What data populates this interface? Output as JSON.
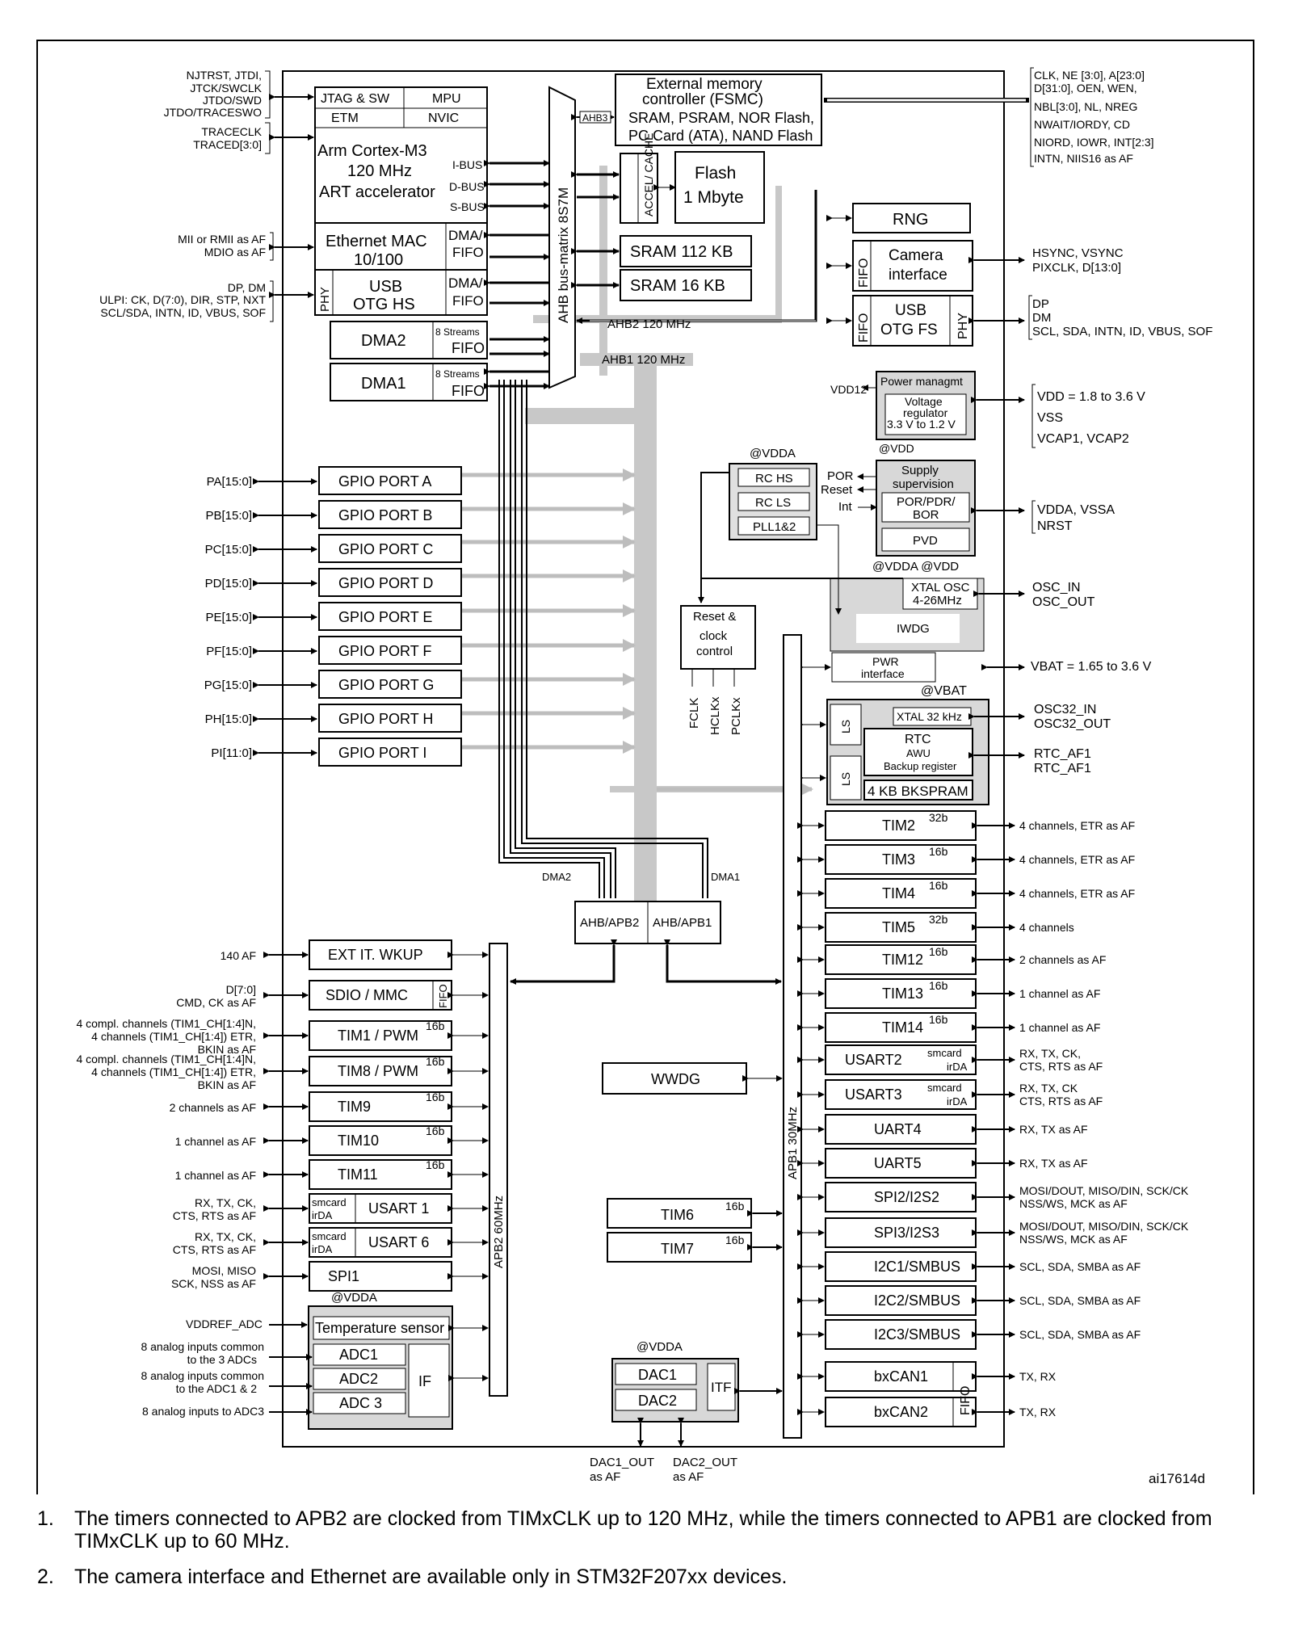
{
  "figure_id": "ai17614d",
  "core": {
    "jtag": "JTAG & SW",
    "mpu": "MPU",
    "etm": "ETM",
    "nvic": "NVIC",
    "cpu_lines": [
      "Arm Cortex-M3",
      "120 MHz",
      "ART accelerator"
    ],
    "buses": [
      "I-BUS",
      "D-BUS",
      "S-BUS"
    ]
  },
  "left_core_signals": {
    "debug": [
      "NJTRST, JTDI,",
      "JTCK/SWCLK",
      "JTDO/SWD",
      "JTDO/TRACESWO"
    ],
    "trace": [
      "TRACECLK",
      "TRACED[3:0]"
    ],
    "mii": [
      "MII or RMII as AF",
      "MDIO as AF"
    ],
    "ulpi": [
      "DP, DM",
      "ULPI: CK, D(7:0), DIR, STP, NXT",
      "SCL/SDA, INTN, ID, VBUS, SOF"
    ]
  },
  "masters": {
    "eth_mac": [
      "Ethernet MAC",
      "10/100"
    ],
    "dma_fifo": [
      "DMA/",
      "FIFO"
    ],
    "phy": "PHY",
    "usb_hs": [
      "USB",
      "OTG HS"
    ],
    "dma2": "DMA2",
    "dma1": "DMA1",
    "streams": "8 Streams",
    "fifo": "FIFO"
  },
  "bus_matrix": "AHB bus-matrix 8S7M",
  "ahb3": "AHB3",
  "fsmc": [
    "External memory",
    "controller (FSMC)",
    "SRAM, PSRAM, NOR Flash,",
    "PC Card (ATA), NAND Flash"
  ],
  "fsmc_signals": [
    "CLK, NE [3:0], A[23:0]",
    "D[31:0], OEN, WEN,",
    "NBL[3:0], NL, NREG",
    "NWAIT/IORDY, CD",
    "NIORD, IOWR, INT[2:3]",
    "INTN, NIIS16 as AF"
  ],
  "accel": "ACCEL/ CACHE",
  "flash": [
    "Flash",
    "1 Mbyte"
  ],
  "sram112": "SRAM 112 KB",
  "sram16": "SRAM 16 KB",
  "ahb2_label": "AHB2 120 MHz",
  "ahb1_label": "AHB1 120 MHz",
  "rng": "RNG",
  "camera": [
    "Camera",
    "interface"
  ],
  "camera_signals": [
    "HSYNC, VSYNC",
    "PIXCLK, D[13:0]"
  ],
  "usb_fs": [
    "USB",
    "OTG FS"
  ],
  "usb_fs_signals": [
    "DP",
    "DM",
    "SCL, SDA, INTN, ID, VBUS, SOF"
  ],
  "power": {
    "vdd12": "VDD12",
    "managmt": "Power managmt",
    "regulator": [
      "Voltage",
      "regulator",
      "3.3 V to 1.2 V"
    ],
    "vdd_at": "@VDD",
    "signals": [
      "VDD = 1.8 to 3.6 V",
      "VSS",
      "VCAP1, VCAP2"
    ]
  },
  "clocks": {
    "vdda_at": "@VDDA",
    "rc_hs": "RC HS",
    "rc_ls": "RC LS",
    "pll": "PLL1&2",
    "por": "POR",
    "reset": "Reset",
    "int": "Int",
    "supply": [
      "Supply",
      "supervision"
    ],
    "por_pdr": [
      "POR/PDR/",
      "BOR"
    ],
    "pvd": "PVD",
    "supply_signals": [
      "VDDA, VSSA",
      "NRST"
    ],
    "vdda_vdd": "@VDDA @VDD",
    "xtal_osc": [
      "XTAL OSC",
      "4-26MHz"
    ],
    "osc_signals": [
      "OSC_IN",
      "OSC_OUT"
    ],
    "iwdg": "IWDG",
    "reset_clock": [
      "Reset &",
      "clock",
      "control"
    ],
    "clk_outs": [
      "FCLK",
      "HCLKx",
      "PCLKx"
    ],
    "pwr": [
      "PWR",
      "interface"
    ],
    "vbat_signal": "VBAT = 1.65 to 3.6 V",
    "vbat_at": "@VBAT"
  },
  "rtc": {
    "ls": "LS",
    "xtal32": "XTAL 32 kHz",
    "rtc": "RTC",
    "awu": "AWU",
    "backup": "Backup register",
    "bkspram": "4 KB BKSPRAM",
    "osc32": [
      "OSC32_IN",
      "OSC32_OUT"
    ],
    "af": [
      "RTC_AF1",
      "RTC_AF1"
    ]
  },
  "gpio": {
    "ports": [
      "GPIO PORT A",
      "GPIO PORT B",
      "GPIO PORT C",
      "GPIO PORT D",
      "GPIO PORT E",
      "GPIO PORT F",
      "GPIO PORT G",
      "GPIO PORT H",
      "GPIO PORT I"
    ],
    "pins": [
      "PA[15:0]",
      "PB[15:0]",
      "PC[15:0]",
      "PD[15:0]",
      "PE[15:0]",
      "PF[15:0]",
      "PG[15:0]",
      "PH[15:0]",
      "PI[11:0]"
    ]
  },
  "bridges": {
    "apb2": "AHB/APB2",
    "apb1": "AHB/APB1",
    "dma2": "DMA2",
    "dma1": "DMA1"
  },
  "apb2_bus": "APB2 60MHz",
  "apb1_bus": "APB1 30MHz",
  "apb2_periph": [
    {
      "name": "EXT IT. WKUP",
      "signal": [
        "140 AF"
      ]
    },
    {
      "name": "SDIO / MMC",
      "signal": [
        "D[7:0]",
        "CMD, CK as AF"
      ]
    },
    {
      "name": "TIM1 / PWM",
      "bits": "16b",
      "signal": [
        "4 compl. channels (TIM1_CH[1:4]N,",
        "4 channels (TIM1_CH[1:4]) ETR,",
        "BKIN as AF"
      ]
    },
    {
      "name": "TIM8 / PWM",
      "bits": "16b",
      "signal": [
        "4 compl. channels (TIM1_CH[1:4]N,",
        "4 channels (TIM1_CH[1:4]) ETR,",
        "BKIN as AF"
      ]
    },
    {
      "name": "TIM9",
      "bits": "16b",
      "signal": [
        "2 channels as AF"
      ]
    },
    {
      "name": "TIM10",
      "bits": "16b",
      "signal": [
        "1 channel as AF"
      ]
    },
    {
      "name": "TIM11",
      "bits": "16b",
      "signal": [
        "1 channel as AF"
      ]
    },
    {
      "name": "USART 1",
      "signal": [
        "RX, TX, CK,",
        "CTS, RTS as AF"
      ]
    },
    {
      "name": "USART 6",
      "signal": [
        "RX, TX, CK,",
        "CTS, RTS as AF"
      ]
    },
    {
      "name": "SPI1",
      "signal": [
        "MOSI, MISO",
        "SCK, NSS as AF"
      ]
    }
  ],
  "smcard": "smcard",
  "irda": "irDA",
  "adc": {
    "vdda_at": "@VDDA",
    "temp": "Temperature sensor",
    "adcs": [
      "ADC1",
      "ADC2",
      "ADC 3"
    ],
    "if": "IF",
    "vref": "VDDREF_ADC",
    "inputs": [
      [
        "8 analog inputs common",
        "to the 3 ADCs"
      ],
      [
        "8 analog inputs common",
        "to the ADC1 & 2"
      ],
      [
        "8 analog inputs to ADC3"
      ]
    ]
  },
  "wwdg": "WWDG",
  "tim6": "TIM6",
  "tim7": "TIM7",
  "bits16": "16b",
  "dac": {
    "vdda_at": "@VDDA",
    "dac1": "DAC1",
    "dac2": "DAC2",
    "itf": "ITF",
    "out1": [
      "DAC1_OUT",
      "as AF"
    ],
    "out2": [
      "DAC2_OUT",
      "as AF"
    ]
  },
  "apb1_periph": [
    {
      "name": "TIM2",
      "bits": "32b",
      "signal": [
        "4 channels, ETR as AF"
      ]
    },
    {
      "name": "TIM3",
      "bits": "16b",
      "signal": [
        "4 channels, ETR as AF"
      ]
    },
    {
      "name": "TIM4",
      "bits": "16b",
      "signal": [
        "4 channels, ETR as AF"
      ]
    },
    {
      "name": "TIM5",
      "bits": "32b",
      "signal": [
        "4 channels"
      ]
    },
    {
      "name": "TIM12",
      "bits": "16b",
      "signal": [
        "2 channels as AF"
      ]
    },
    {
      "name": "TIM13",
      "bits": "16b",
      "signal": [
        "1 channel as AF"
      ]
    },
    {
      "name": "TIM14",
      "bits": "16b",
      "signal": [
        "1 channel as AF"
      ]
    },
    {
      "name": "USART2",
      "smcard": true,
      "signal": [
        "RX, TX, CK,",
        "CTS, RTS as AF"
      ]
    },
    {
      "name": "USART3",
      "smcard": true,
      "signal": [
        "RX, TX, CK",
        "CTS, RTS as AF"
      ]
    },
    {
      "name": "UART4",
      "signal": [
        "RX, TX as AF"
      ]
    },
    {
      "name": "UART5",
      "signal": [
        "RX, TX as AF"
      ]
    },
    {
      "name": "SPI2/I2S2",
      "signal": [
        "MOSI/DOUT, MISO/DIN, SCK/CK",
        "NSS/WS, MCK as AF"
      ]
    },
    {
      "name": "SPI3/I2S3",
      "signal": [
        "MOSI/DOUT, MISO/DIN, SCK/CK",
        "NSS/WS, MCK as AF"
      ]
    },
    {
      "name": "I2C1/SMBUS",
      "signal": [
        "SCL, SDA, SMBA as AF"
      ]
    },
    {
      "name": "I2C2/SMBUS",
      "signal": [
        "SCL, SDA, SMBA as AF"
      ]
    },
    {
      "name": "I2C3/SMBUS",
      "signal": [
        "SCL, SDA, SMBA as AF"
      ]
    },
    {
      "name": "bxCAN1",
      "signal": [
        "TX, RX"
      ]
    },
    {
      "name": "bxCAN2",
      "signal": [
        "TX, RX"
      ]
    }
  ],
  "notes": [
    {
      "num": "1.",
      "text": "The timers connected to APB2 are clocked from TIMxCLK up to 120 MHz, while the timers connected to APB1 are clocked from TIMxCLK up to 60 MHz."
    },
    {
      "num": "2.",
      "text": "The camera interface and Ethernet are available only in STM32F207xx devices."
    }
  ]
}
